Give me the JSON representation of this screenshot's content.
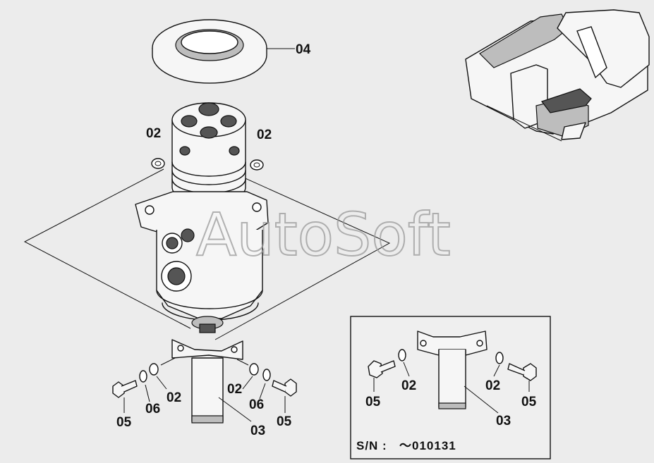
{
  "watermark": "AutoSoft",
  "callouts": {
    "seal": "04",
    "oring_left": "02",
    "oring_right": "02",
    "washer_left": "02",
    "lock_washer_left": "06",
    "bolt_left": "05",
    "washer_right": "02",
    "lock_washer_right": "06",
    "bolt_right": "05",
    "bracket": "03",
    "inset_washer_left": "02",
    "inset_bolt_left": "05",
    "inset_washer_right": "02",
    "inset_bolt_right": "05",
    "inset_bracket": "03"
  },
  "inset": {
    "serial_label": "S/N :",
    "serial_value": "～010131"
  }
}
